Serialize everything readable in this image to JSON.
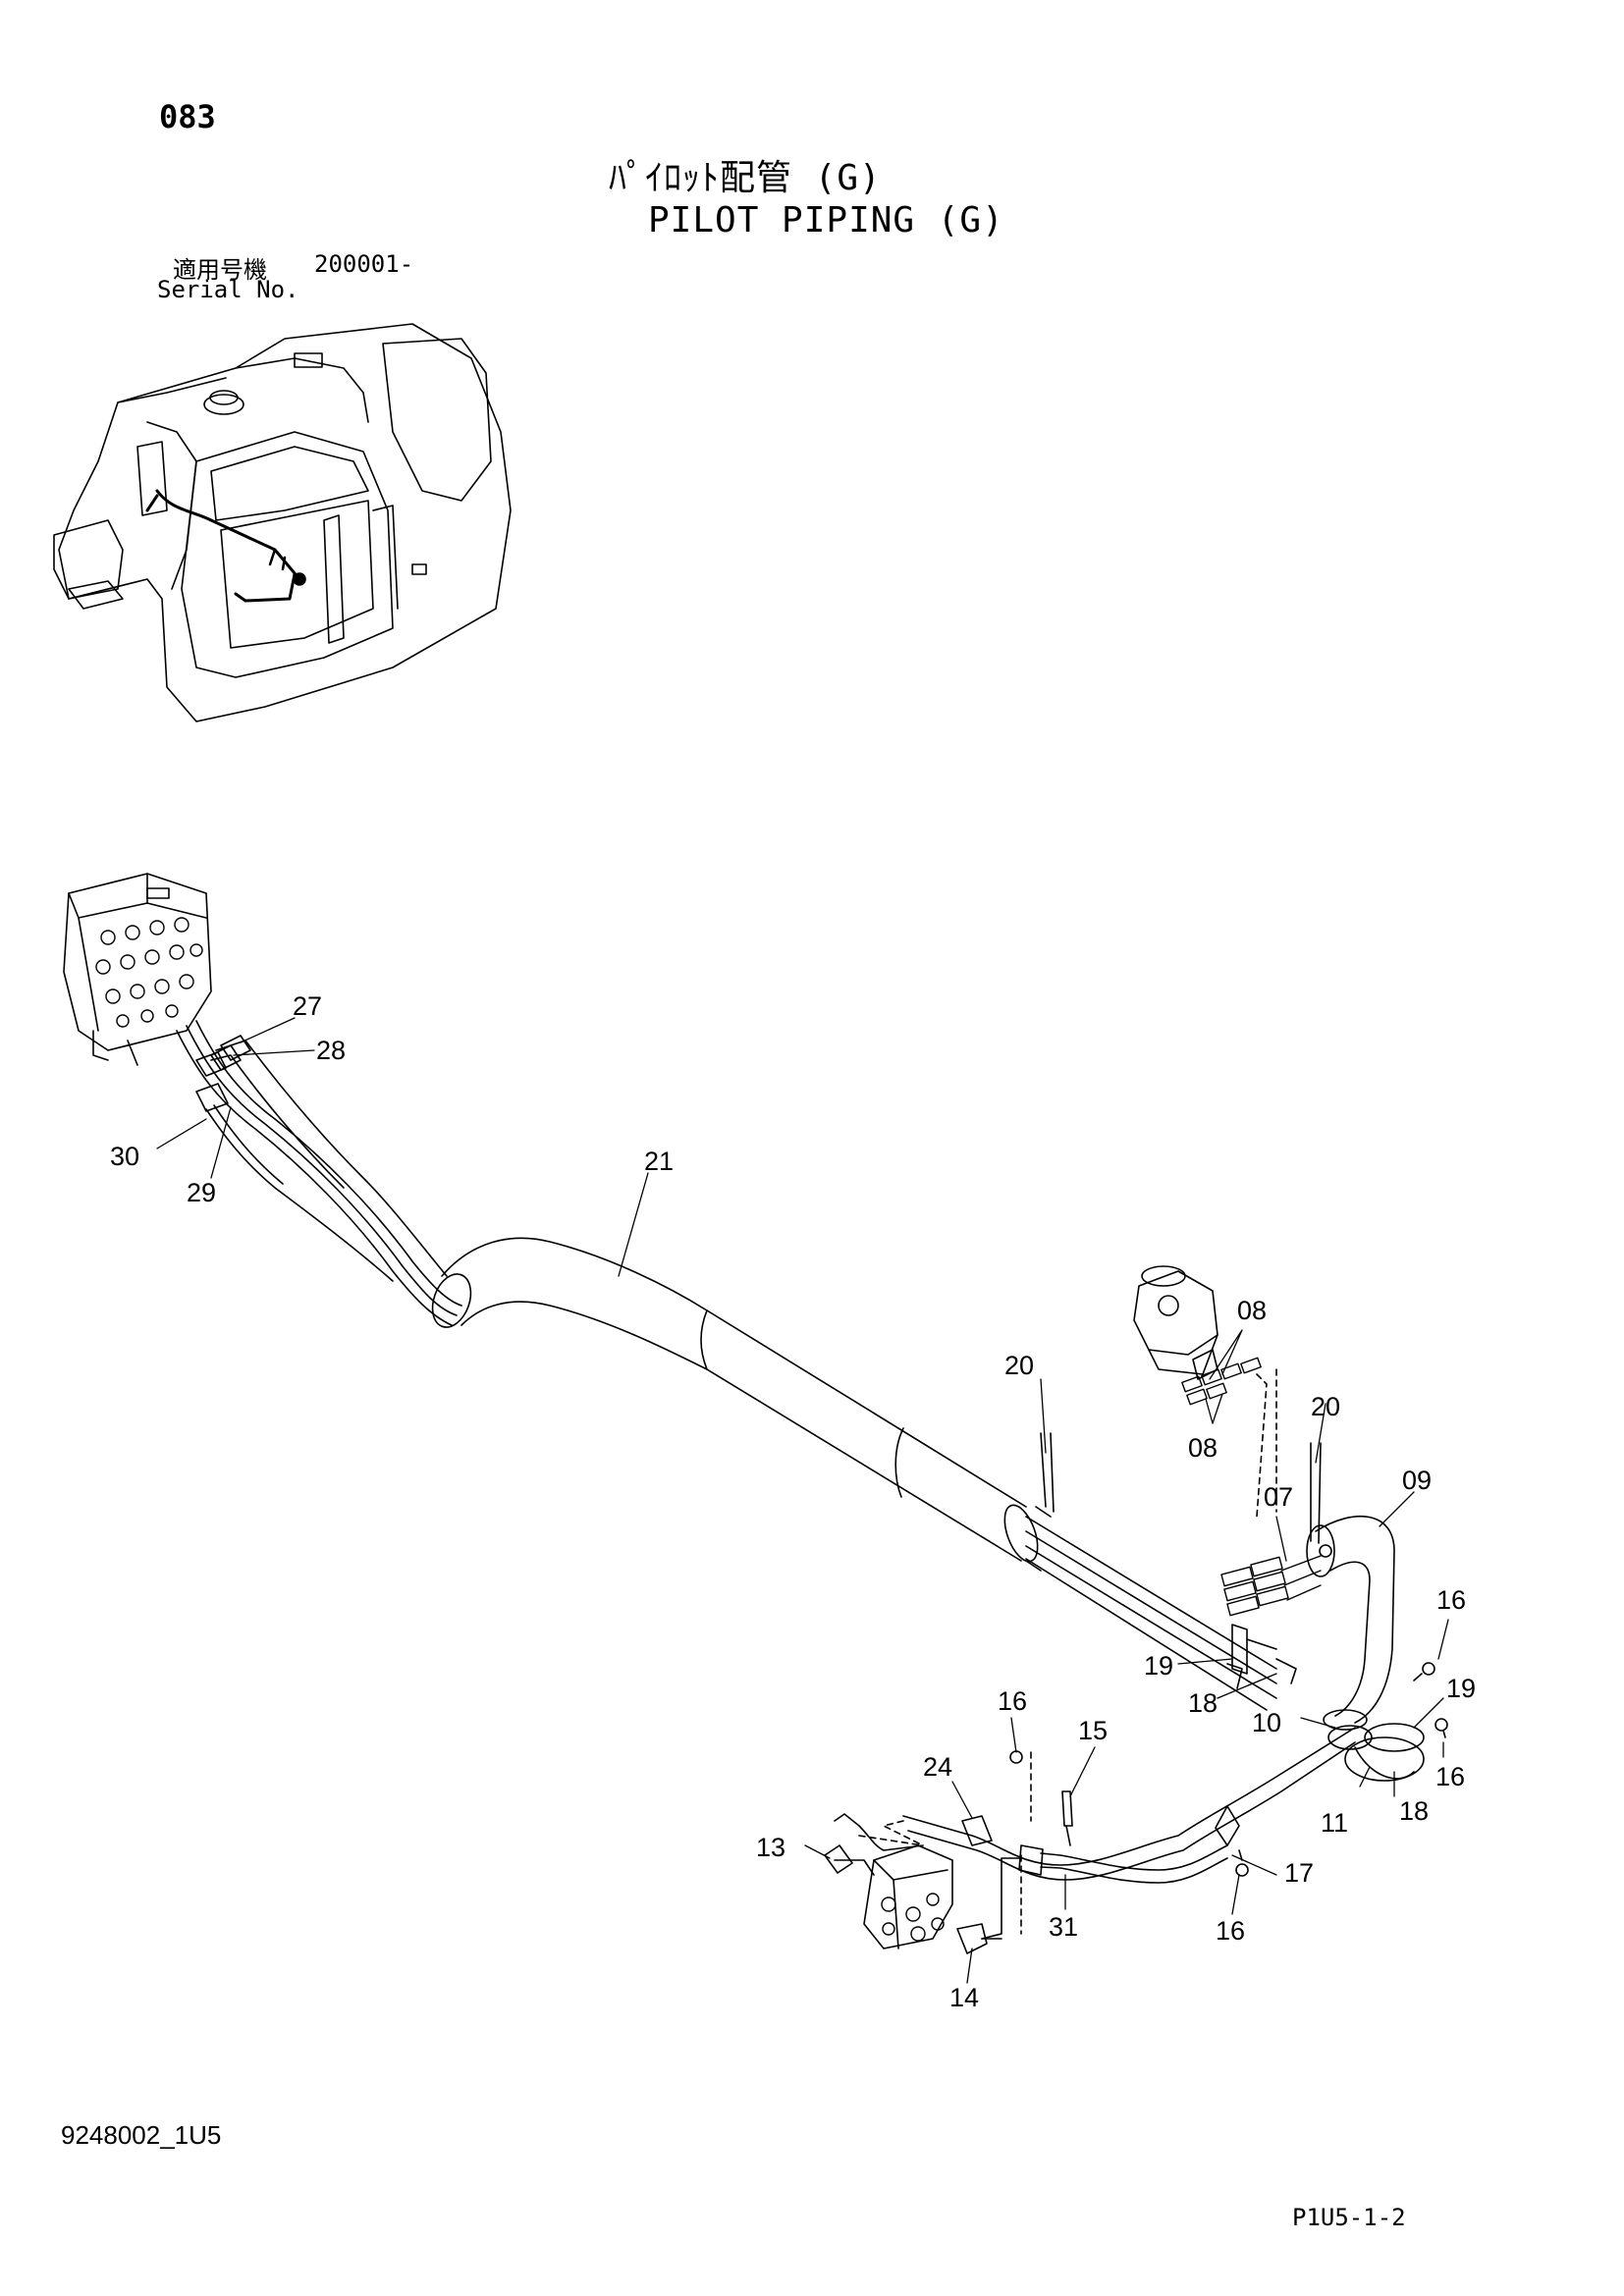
{
  "header": {
    "page_no": "083",
    "title_jp": "ﾊﾟｲﾛｯﾄ配管 (G)",
    "title_en": "PILOT PIPING (G)",
    "serial_label_jp": "適用号機",
    "serial_value": "200001-",
    "serial_label_en": "Serial No."
  },
  "footer": {
    "doc_code": "9248002_1U5",
    "page_code": "P1U5-1-2"
  },
  "callouts": {
    "c27": "27",
    "c28": "28",
    "c30": "30",
    "c29": "29",
    "c21": "21",
    "c08a": "08",
    "c08b": "08",
    "c20a": "20",
    "c20b": "20",
    "c07": "07",
    "c09": "09",
    "c16a": "16",
    "c19a": "19",
    "c19b": "19",
    "c18a": "18",
    "c10": "10",
    "c16b": "16",
    "c15": "15",
    "c24": "24",
    "c16c": "16",
    "c11": "11",
    "c18b": "18",
    "c13": "13",
    "c17": "17",
    "c31": "31",
    "c16d": "16",
    "c14": "14"
  }
}
